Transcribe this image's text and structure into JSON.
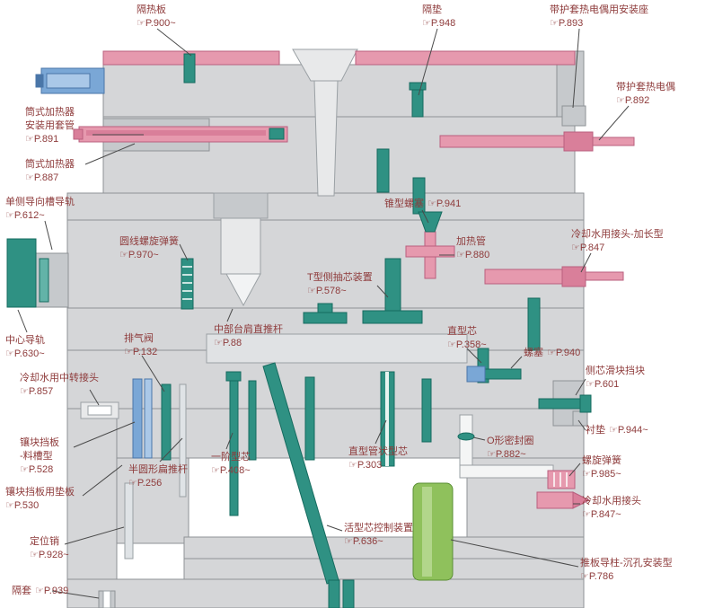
{
  "diagram": {
    "description_language": "zh",
    "colors": {
      "label_text": "#8e3b3b",
      "pink_component": "#e699ae",
      "teal_component": "#2f9183",
      "blue_component": "#7aa7d6",
      "green_component": "#8fc15c",
      "plate_gray": "#d5d6d8"
    }
  },
  "labels": [
    {
      "title": "隔热板",
      "ref": "☞P.900~"
    },
    {
      "title": "隔垫",
      "ref": "☞P.948"
    },
    {
      "title": "带护套热电偶用安装座",
      "ref": "☞P.893"
    },
    {
      "title": "带护套热电偶",
      "ref": "☞P.892"
    },
    {
      "title": "筒式加热器\n安装用套管",
      "ref": "☞P.891"
    },
    {
      "title": "筒式加热器",
      "ref": "☞P.887"
    },
    {
      "title": "单侧导向槽导轨",
      "ref": "☞P.612~"
    },
    {
      "title": "锥型螺塞",
      "ref": "☞P.941",
      "inline": true
    },
    {
      "title": "圆线螺旋弹簧",
      "ref": "☞P.970~"
    },
    {
      "title": "加热管",
      "ref": "☞P.880"
    },
    {
      "title": "冷却水用接头-加长型",
      "ref": "☞P.847"
    },
    {
      "title": "T型侧抽芯装置",
      "ref": "☞P.578~"
    },
    {
      "title": "中心导轨",
      "ref": "☞P.630~"
    },
    {
      "title": "排气阀",
      "ref": "☞P.132"
    },
    {
      "title": "中部台肩直推杆",
      "ref": "☞P.88"
    },
    {
      "title": "直型芯",
      "ref": "☞P.358~"
    },
    {
      "title": "螺塞",
      "ref": "☞P.940",
      "inline": true
    },
    {
      "title": "侧芯滑块挡块",
      "ref": "☞P.601"
    },
    {
      "title": "冷却水用中转接头",
      "ref": "☞P.857"
    },
    {
      "title": "衬垫",
      "ref": "☞P.944~",
      "inline": true
    },
    {
      "title": "镶块挡板\n-料槽型",
      "ref": "☞P.528"
    },
    {
      "title": "一阶型芯",
      "ref": "☞P.408~"
    },
    {
      "title": "直型管状型芯",
      "ref": "☞P.303"
    },
    {
      "title": "O形密封圈",
      "ref": "☞P.882~"
    },
    {
      "title": "螺旋弹簧",
      "ref": "☞P.985~"
    },
    {
      "title": "半圆形扁推杆",
      "ref": "☞P.256"
    },
    {
      "title": "冷却水用接头",
      "ref": "☞P.847~"
    },
    {
      "title": "镶块挡板用垫板",
      "ref": "☞P.530"
    },
    {
      "title": "活型芯控制装置",
      "ref": "☞P.636~"
    },
    {
      "title": "定位销",
      "ref": "☞P.928~"
    },
    {
      "title": "推板导柱-沉孔安装型",
      "ref": "☞P.786"
    },
    {
      "title": "隔套",
      "ref": "☞P.939",
      "inline": true
    }
  ]
}
